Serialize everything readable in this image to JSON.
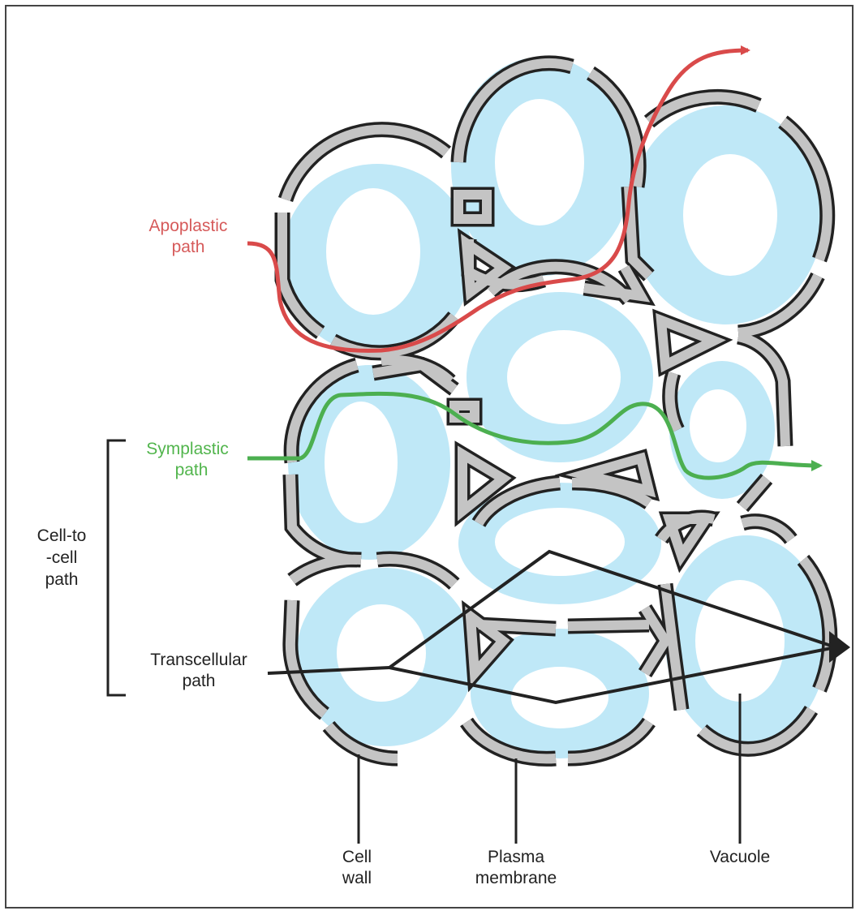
{
  "labels": {
    "apoplastic_line1": "Apoplastic",
    "apoplastic_line2": "path",
    "symplastic_line1": "Symplastic",
    "symplastic_line2": "path",
    "celltocell_line1": "Cell-to",
    "celltocell_line2": "-cell",
    "celltocell_line3": "path",
    "transcellular_line1": "Transcellular",
    "transcellular_line2": "path",
    "cellwall_line1": "Cell",
    "cellwall_line2": "wall",
    "plasma_line1": "Plasma",
    "plasma_line2": "membrane",
    "vacuole": "Vacuole"
  },
  "colors": {
    "apoplastic": "#d94a4a",
    "symplastic": "#4caf50",
    "cytoplasm": "#bfe8f7",
    "vacuole": "#ffffff",
    "cell_wall_fill": "#c4c4c4",
    "cell_wall_stroke": "#222222",
    "leader": "#222222"
  }
}
